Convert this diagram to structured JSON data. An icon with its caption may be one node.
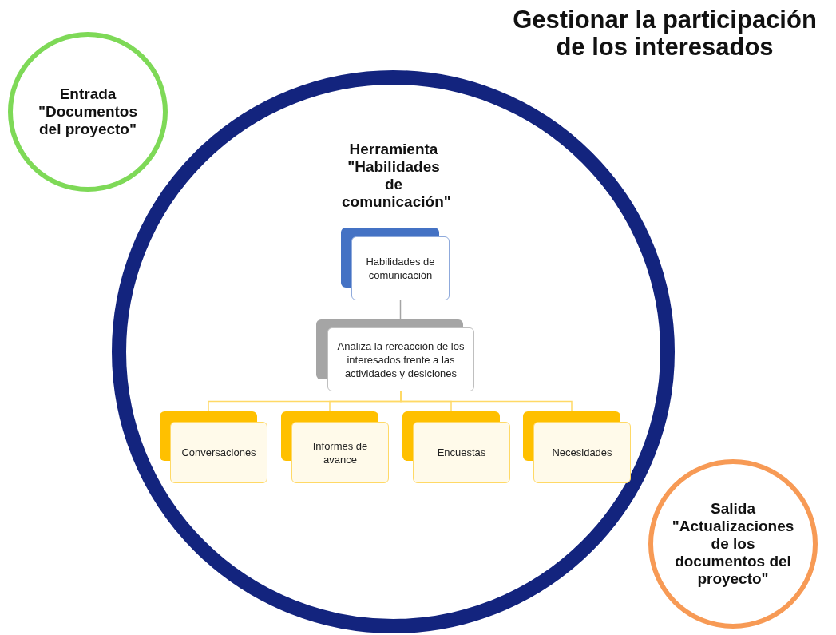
{
  "diagram": {
    "title": "Gestionar la participación de los interesados",
    "nodes": [
      {
        "text": [
          "Entrada \"Documentos del proyecto\""
        ]
      },
      {
        "text": [
          "Herramienta \"Habilidades de comunicación\""
        ]
      },
      {
        "text": [
          "Habilidades de comunicación"
        ],
        "in": 1
      },
      {
        "text": [
          "Analiza la rereacción de los interesados frente a las actividades y desiciones"
        ],
        "in": 1
      },
      {
        "text": [
          "Conversaciones"
        ],
        "in": 1
      },
      {
        "text": [
          "Informes de avance"
        ],
        "in": 1
      },
      {
        "text": [
          "Encuestas"
        ],
        "in": 1
      },
      {
        "text": [
          "Necesidades"
        ],
        "in": 1
      },
      {
        "text": [
          "Salida \"Actualizaciones de los documentos del proyecto\""
        ]
      }
    ],
    "edges": [
      {
        "from": 2,
        "to": 3,
        "arrow": "none",
        "color": "#a5a5a5"
      },
      {
        "from": 3,
        "to": 4,
        "arrow": "none"
      },
      {
        "from": 3,
        "to": 5,
        "arrow": "none"
      },
      {
        "from": 3,
        "to": 6,
        "arrow": "none"
      },
      {
        "from": 3,
        "to": 7,
        "arrow": "none"
      }
    ]
  }
}
